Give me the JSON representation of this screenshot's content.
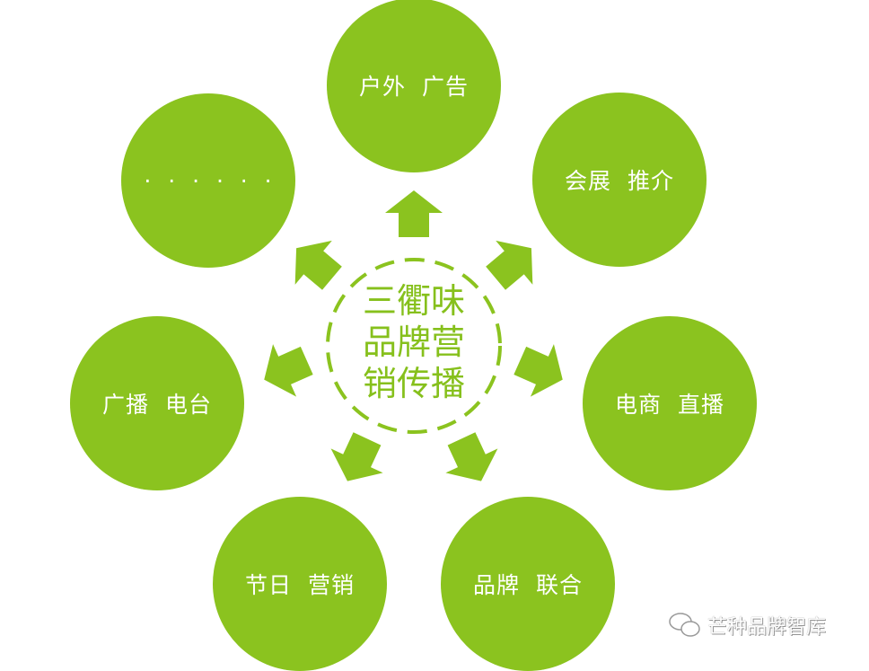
{
  "center": {
    "lines": [
      "三衢味",
      "品牌营",
      "销传播"
    ]
  },
  "nodes": [
    {
      "id": "outdoor",
      "label": "户外  广告"
    },
    {
      "id": "exhibition",
      "label": "会展  推介"
    },
    {
      "id": "ecommerce",
      "label": "电商  直播"
    },
    {
      "id": "brand",
      "label": "品牌  联合"
    },
    {
      "id": "festival",
      "label": "节日  营销"
    },
    {
      "id": "radio",
      "label": "广播  电台"
    },
    {
      "id": "more",
      "label": "·  ·  ·  ·  ·  ·"
    }
  ],
  "watermark": {
    "text": "芒种品牌智库"
  },
  "colors": {
    "accent": "#8bc31f",
    "text": "#ffffff"
  }
}
